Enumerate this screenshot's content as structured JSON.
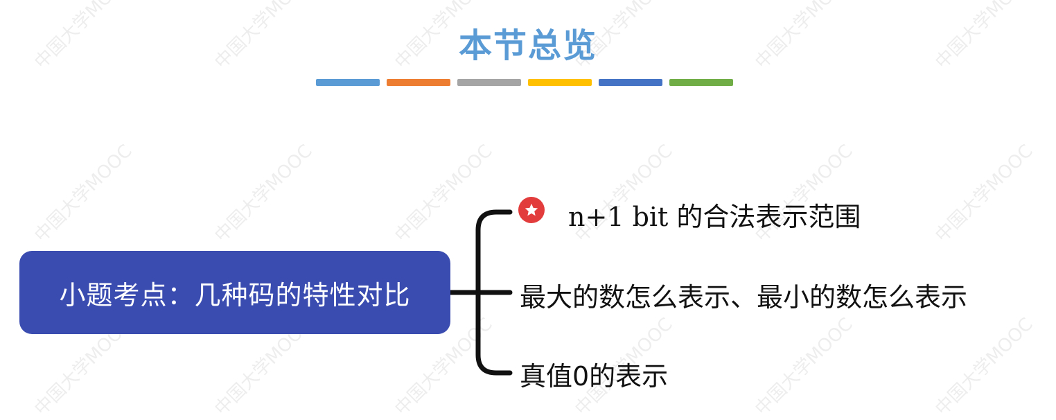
{
  "header": {
    "title": "本节总览",
    "title_color": "#5b9bd5",
    "divider_colors": [
      "#5b9bd5",
      "#ed7d31",
      "#a5a5a5",
      "#ffc000",
      "#4472c4",
      "#70ad47"
    ]
  },
  "diagram": {
    "root": {
      "label": "小题考点：几种码的特性对比",
      "color": "#3a4cb0"
    },
    "branches": [
      {
        "label": "n+1 bit 的合法表示范围",
        "icon": "star-icon",
        "icon_color": "#e23c3c"
      },
      {
        "label": "最大的数怎么表示、最小的数怎么表示"
      },
      {
        "label": "真值0的表示"
      }
    ]
  },
  "watermark": {
    "text": "中国大学MOOC"
  }
}
